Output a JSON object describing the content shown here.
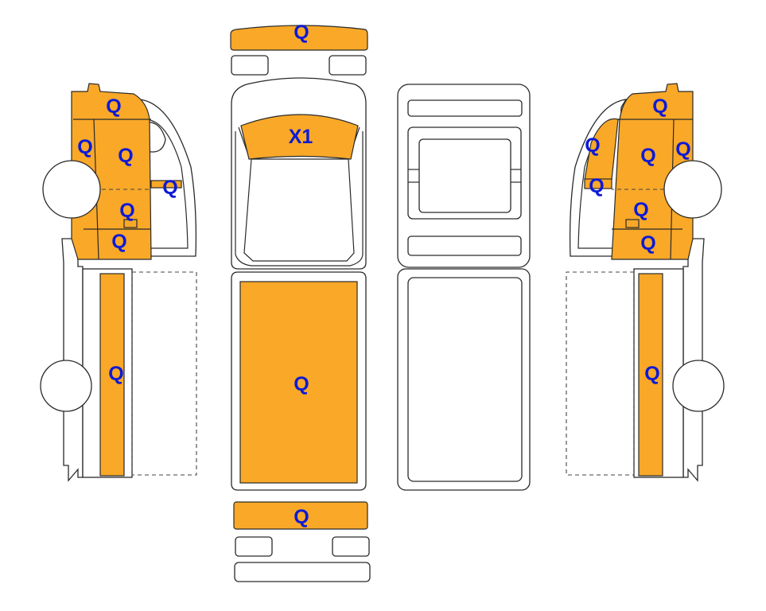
{
  "style": {
    "damage_fill": "#f9a828",
    "label_color": "#0d1ad6",
    "outline": "#2a2a2a"
  },
  "labels": {
    "front_bumper": "Q",
    "windshield": "X1",
    "roof": "Q",
    "rear_bumper": "Q",
    "left_cab_top": "Q",
    "left_cab_front": "Q",
    "left_door_upper": "Q",
    "left_mirror": "Q",
    "left_door_lower": "Q",
    "left_step": "Q",
    "left_body_side": "Q",
    "right_cab_top": "Q",
    "right_cab_front": "Q",
    "right_window": "Q",
    "right_door_upper": "Q",
    "right_mirror": "Q",
    "right_door_lower": "Q",
    "right_step": "Q",
    "right_body_side": "Q"
  }
}
